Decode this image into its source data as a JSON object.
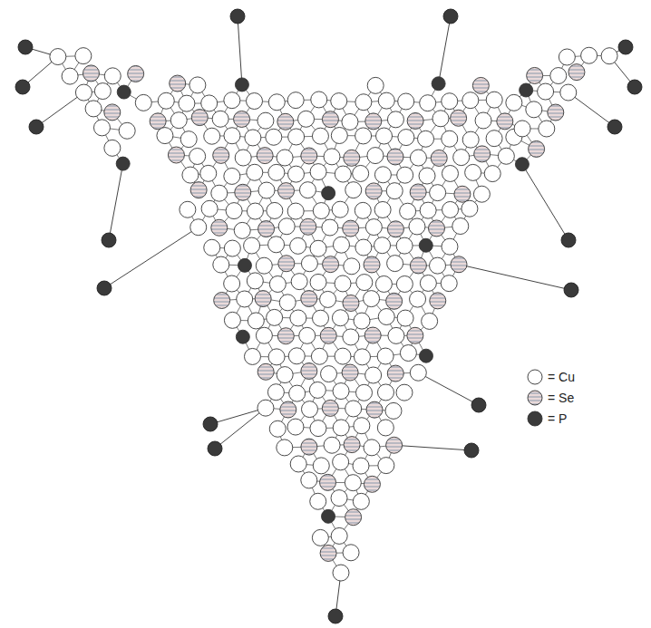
{
  "diagram": {
    "legend": [
      {
        "text": "= Cu"
      },
      {
        "text": "= Se"
      },
      {
        "text": "= P"
      }
    ]
  }
}
